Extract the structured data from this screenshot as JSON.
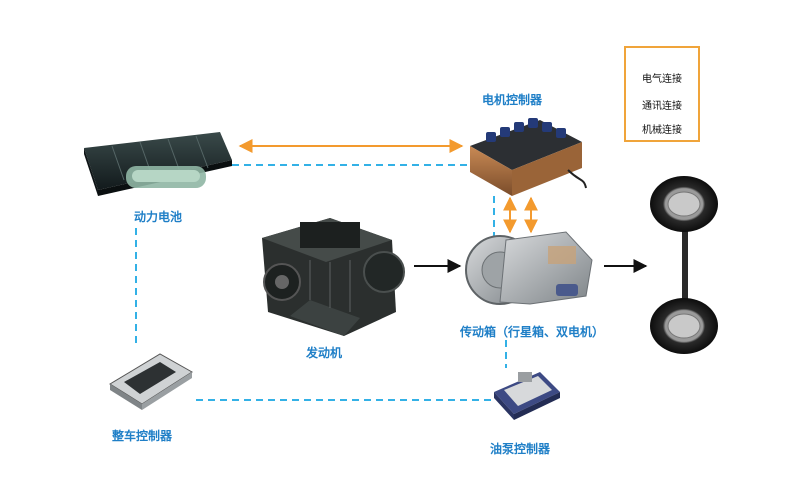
{
  "legend": {
    "electric": "电气连接",
    "comm": "通讯连接",
    "mech": "机械连接"
  },
  "components": {
    "battery": "动力电池",
    "motor_controller": "电机控制器",
    "engine": "发动机",
    "transmission": "传动箱（行星箱、双电机）",
    "vehicle_controller": "整车控制器",
    "oil_pump_controller": "油泵控制器"
  },
  "colors": {
    "electric": "#f39a2e",
    "comm": "#33b1e6",
    "mech": "#111111",
    "label": "#1f7fc7"
  }
}
